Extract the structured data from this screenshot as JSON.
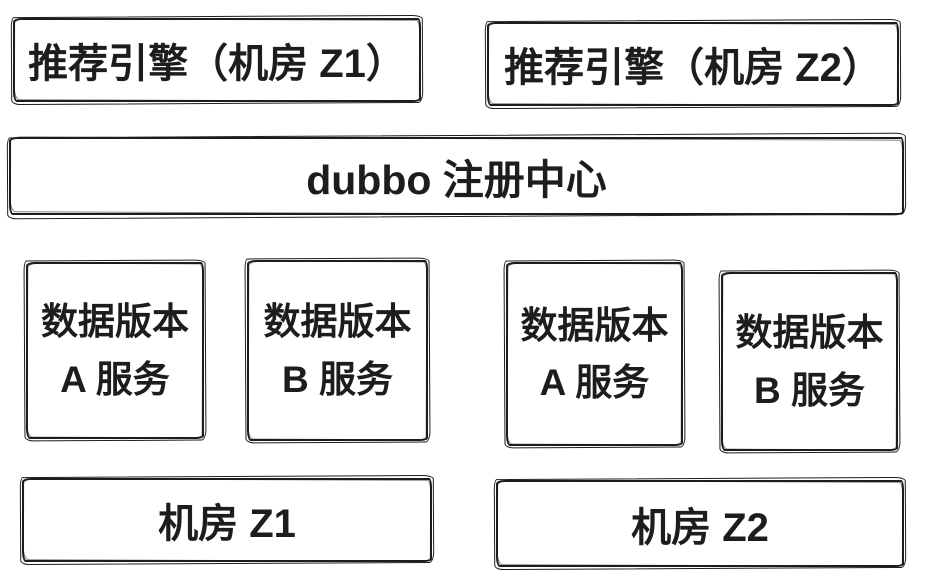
{
  "engines": [
    {
      "label": "推荐引擎（机房 Z1）"
    },
    {
      "label": "推荐引擎（机房 Z2）"
    }
  ],
  "registry": {
    "label": "dubbo 注册中心"
  },
  "services": [
    {
      "label": "数据版本 A 服务"
    },
    {
      "label": "数据版本 B 服务"
    },
    {
      "label": "数据版本 A 服务"
    },
    {
      "label": "数据版本 B 服务"
    }
  ],
  "zones": [
    {
      "label": "机房 Z1"
    },
    {
      "label": "机房 Z2"
    }
  ],
  "colors": {
    "stroke": "#1d1d1d",
    "background": "#ffffff"
  }
}
